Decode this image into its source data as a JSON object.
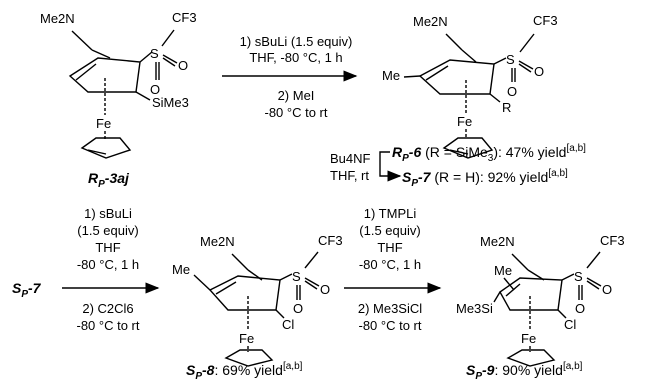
{
  "compounds": {
    "c1": {
      "main": "R",
      "sub": "P",
      "suffix": "-3aj"
    },
    "c6": {
      "main": "R",
      "sub": "P",
      "suffix": "-6",
      "rest": " (R = SiMe",
      "rest_sub": "3",
      "rest2": "): 47% yield",
      "sup": "[a,b]"
    },
    "c7": {
      "main": "S",
      "sub": "P",
      "suffix": "-7",
      "rest": " (R = H): 92% yield",
      "sup": "[a,b]"
    },
    "c7_start": {
      "main": "S",
      "sub": "P",
      "suffix": "-7"
    },
    "c8": {
      "main": "S",
      "sub": "P",
      "suffix": "-8",
      "rest": ": 69% yield",
      "sup": "[a,b]"
    },
    "c9": {
      "main": "S",
      "sub": "P",
      "suffix": "-9",
      "rest": ": 90% yield",
      "sup": "[a,b]"
    }
  },
  "arrow1": {
    "above": [
      "1) sBuLi (1.5 equiv)",
      "THF, -80 °C, 1 h"
    ],
    "below": [
      "2) MeI",
      "-80 °C to rt"
    ]
  },
  "arrow2": {
    "reagent": "Bu4NF",
    "cond": "THF, rt"
  },
  "arrow3": {
    "above": [
      "1) sBuLi",
      "(1.5 equiv)",
      "THF",
      "-80 °C, 1 h"
    ],
    "below": [
      "2) C2Cl6",
      "-80 °C to rt"
    ]
  },
  "arrow4": {
    "above": [
      "1) TMPLi",
      "(1.5 equiv)",
      "THF",
      "-80 °C, 1 h"
    ],
    "below": [
      "2) Me3SiCl",
      "-80 °C to rt"
    ]
  },
  "atoms": {
    "nme2": "Me2N",
    "cf3": "CF3",
    "s": "S",
    "o": "O",
    "fe": "Fe",
    "sime3": "SiMe3",
    "me": "Me",
    "r": "R",
    "cl": "Cl",
    "me3si": "Me3Si"
  }
}
